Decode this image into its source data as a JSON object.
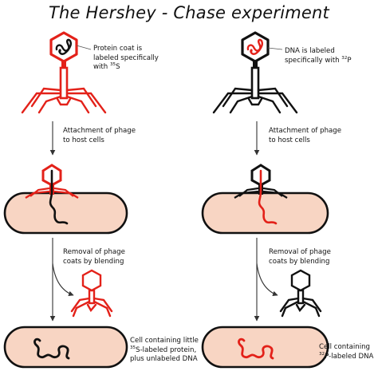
{
  "title": "The Hershey - Chase experiment",
  "colors": {
    "labeled": "#e32119",
    "unlabeled": "#111111",
    "cell_fill": "#f8d5c3"
  },
  "left": {
    "phage_label": {
      "line1": "Protein coat is",
      "line2": "labeled specifically",
      "line3_prefix": "with ",
      "sup": "35",
      "line3_suffix": "S"
    },
    "step1": {
      "line1": "Attachment of phage",
      "line2": "to host cells"
    },
    "step2": {
      "line1": "Removal of phage",
      "line2": "coats by blending"
    },
    "result": {
      "line1": "Cell containing little",
      "sup": "35",
      "line2_suffix": "S-labeled protein,",
      "line3": "plus unlabeled DNA"
    }
  },
  "right": {
    "phage_label": {
      "line1": "DNA is labeled",
      "line2_prefix": "specifically with ",
      "sup": "32",
      "line2_suffix": "P"
    },
    "step1": {
      "line1": "Attachment of phage",
      "line2": "to host cells"
    },
    "step2": {
      "line1": "Removal of phage",
      "line2": "coats by blending"
    },
    "result": {
      "line1": "Cell containing",
      "sup": "32",
      "line2_suffix": "P-labeled DNA"
    }
  }
}
